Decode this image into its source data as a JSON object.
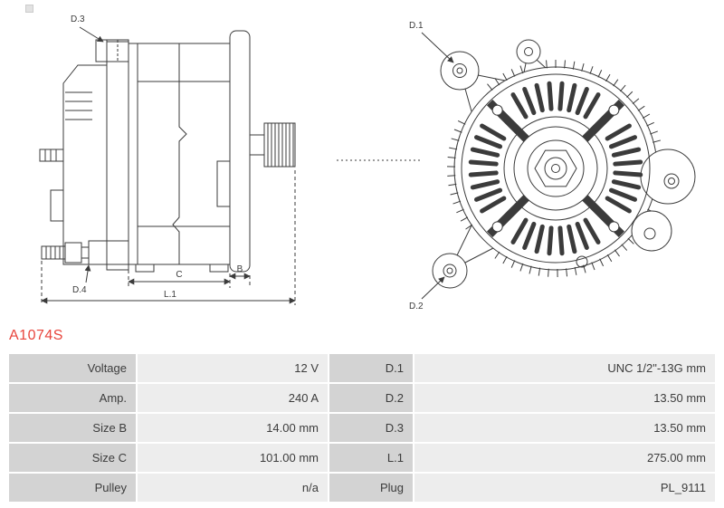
{
  "part_number": "A1074S",
  "diagram": {
    "labels": {
      "d1": "D.1",
      "d2": "D.2",
      "d3": "D.3",
      "d4": "D.4",
      "b": "B",
      "c": "C",
      "l1": "L.1"
    }
  },
  "table": {
    "rows": [
      {
        "label_left": "Voltage",
        "value_left": "12 V",
        "label_right": "D.1",
        "value_right": "UNC 1/2\"-13G mm"
      },
      {
        "label_left": "Amp.",
        "value_left": "240 A",
        "label_right": "D.2",
        "value_right": "13.50 mm"
      },
      {
        "label_left": "Size B",
        "value_left": "14.00 mm",
        "label_right": "D.3",
        "value_right": "13.50 mm"
      },
      {
        "label_left": "Size C",
        "value_left": "101.00 mm",
        "label_right": "L.1",
        "value_right": "275.00 mm"
      },
      {
        "label_left": "Pulley",
        "value_left": "n/a",
        "label_right": "Plug",
        "value_right": "PL_9111"
      }
    ]
  },
  "colors": {
    "part_number": "#e8453c",
    "table_label_bg": "#d3d3d3",
    "table_value_bg": "#ededed",
    "line": "#3b3b3b"
  }
}
